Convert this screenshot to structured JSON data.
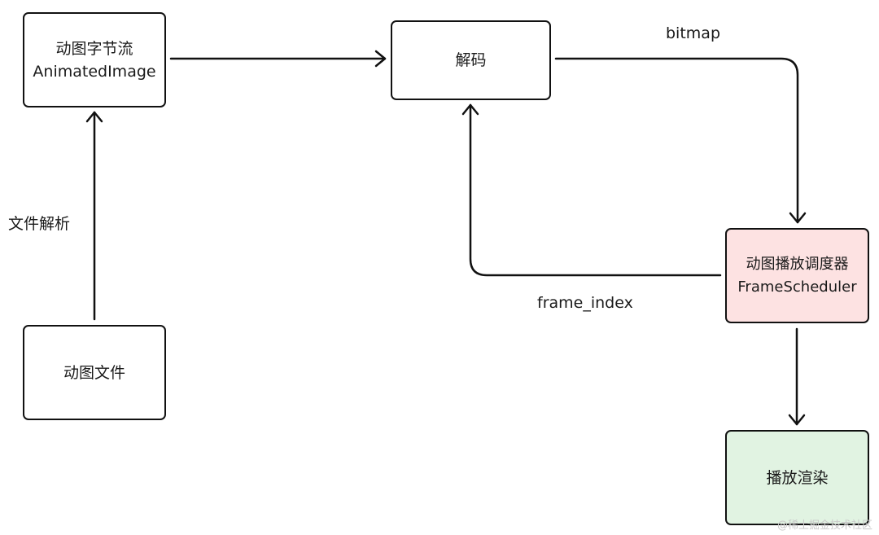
{
  "colors": {
    "stroke": "#111111",
    "scheduler_fill": "#fde2e2",
    "render_fill": "#e1f3e2",
    "default_fill": "#ffffff",
    "watermark": "#c9c9c9"
  },
  "nodes": {
    "anim_stream": {
      "line1": "动图字节流",
      "line2": "AnimatedImage"
    },
    "decode": {
      "line1": "解码"
    },
    "anim_file": {
      "line1": "动图文件"
    },
    "scheduler": {
      "line1": "动图播放调度器",
      "line2": "FrameScheduler"
    },
    "render": {
      "line1": "播放渲染"
    }
  },
  "edges": {
    "file_to_stream": {
      "label": "文件解析"
    },
    "stream_to_decode": {
      "label": ""
    },
    "decode_to_scheduler": {
      "label": "bitmap"
    },
    "scheduler_to_decode": {
      "label": "frame_index"
    },
    "scheduler_to_render": {
      "label": ""
    }
  },
  "watermark": "@稀土掘金技术社区"
}
